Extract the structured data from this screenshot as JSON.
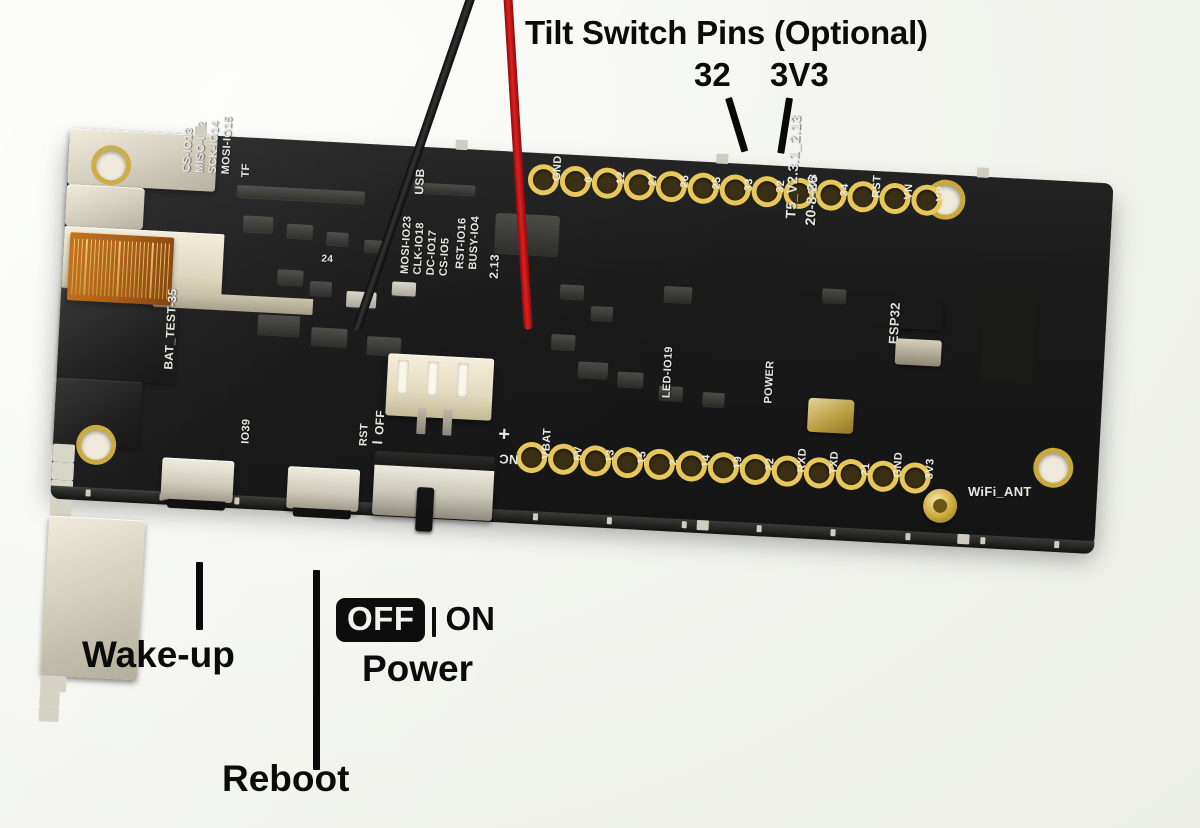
{
  "image": {
    "subject": "LilyGO T5 V2.3.1 2.13 inch ESP32 e-paper development board",
    "background_color": "#f6f7f3",
    "pcb_color": "#1a1a1a",
    "silk_color": "#e6e6e2",
    "pad_gold": "#e8c75a",
    "wire_red": "#e02020",
    "wire_black": "#141414"
  },
  "annotations": {
    "tilt_switch_title": "Tilt Switch Pins (Optional)",
    "tilt_pin_left": "32",
    "tilt_pin_right": "3V3",
    "wake_up": "Wake-up",
    "reboot": "Reboot",
    "power": "Power",
    "power_off": "OFF",
    "power_on": "ON"
  },
  "pins": {
    "top_row": [
      "GND",
      "0",
      "12",
      "27",
      "26",
      "25",
      "33",
      "32",
      "3V3",
      "34",
      "RST",
      "VN",
      "VP"
    ],
    "bottom_row": [
      "VBAT",
      "5V",
      "13",
      "15",
      "2",
      "14",
      "19",
      "22",
      "RXD",
      "TXD",
      "21",
      "GND",
      "3V3"
    ]
  },
  "silkscreen": {
    "tf_header": "TF",
    "tf_mosi": "MOSI-IO15",
    "tf_sck": "SCK-IO14",
    "tf_miso": "MISO-IO2",
    "tf_cs": "CS-IO13",
    "usb": "USB",
    "epd_mosi": "MOSI-IO23",
    "epd_clk": "CLK-IO18",
    "epd_dc": "DC-IO17",
    "epd_cs": "CS-IO5",
    "epd_busy": "BUSY-IO4",
    "epd_rst": "RST-IO16",
    "epd_size": "2.13",
    "board_model": "T5_V2.3.1_2.13",
    "board_date": "20-8-26",
    "esp32": "ESP32",
    "led_io19": "LED-IO19",
    "power_label": "POWER",
    "wifi_ant": "WiFi_ANT",
    "bat_test": "BAT_TEST-35",
    "io39": "IO39",
    "rst": "RST",
    "switch_off": "OFF",
    "switch_nc": "NC",
    "bat_plus": "+",
    "bat_minus": "–",
    "fpc_count": "24"
  }
}
